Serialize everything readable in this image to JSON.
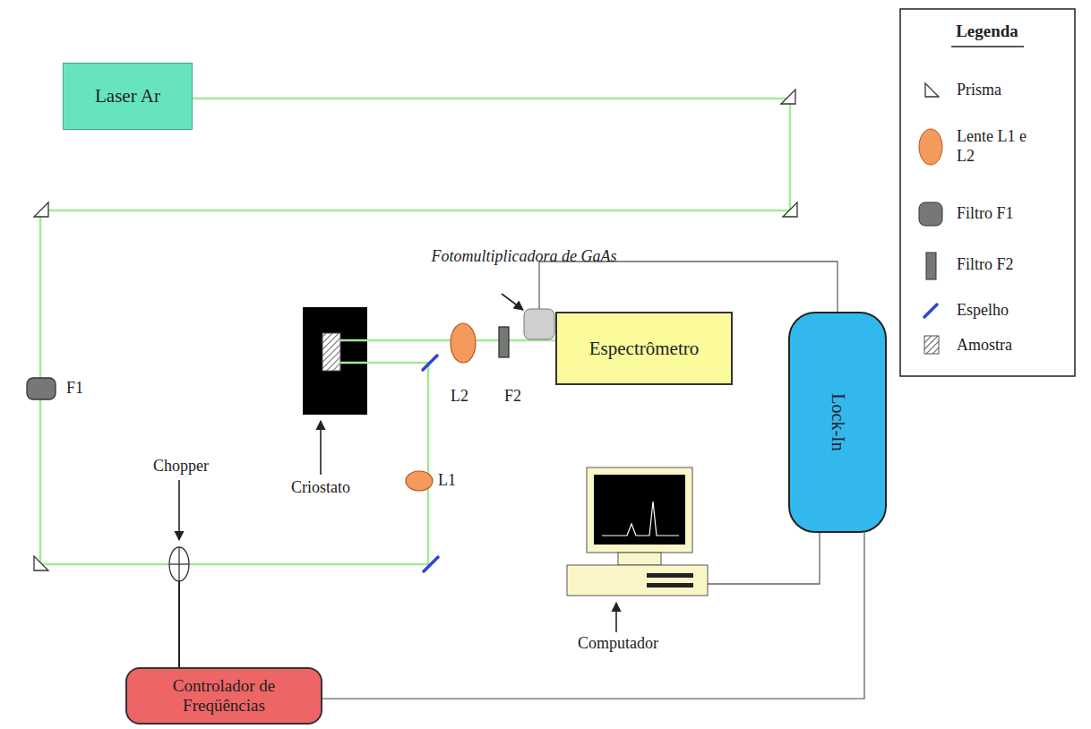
{
  "diagram": {
    "nodes": [
      {
        "text": [
          "Laser Ar"
        ]
      },
      {
        "text": [
          "Espectrômetro"
        ]
      },
      {
        "text": [
          "Lock-In"
        ]
      },
      {
        "text": [
          "Controlador de Freqüências"
        ]
      }
    ],
    "edges": [
      {
        "from": 2,
        "to": 3,
        "arrow": "none"
      }
    ],
    "labels": [
      "Fotomultiplicadora de GaAs",
      "F1",
      "Chopper",
      "Criostato",
      "L1",
      "L2",
      "F2",
      "Computador",
      "Legenda"
    ],
    "legend": [
      {
        "text": "Prisma"
      },
      {
        "text": "Lente L1 e L2"
      },
      {
        "text": "Filtro F1"
      },
      {
        "text": "Filtro F2"
      },
      {
        "text": "Espelho"
      },
      {
        "text": "Amostra"
      }
    ]
  }
}
